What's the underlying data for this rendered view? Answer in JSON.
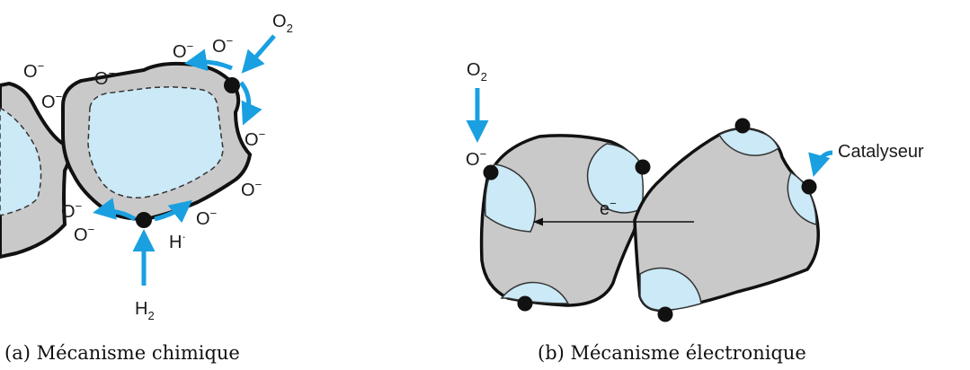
{
  "colors": {
    "grain_fill": "#c9c9c9",
    "core_fill": "#cbe9f6",
    "arrow": "#1aa0e0",
    "outline": "#111111",
    "catalyst": "#111111"
  },
  "panel_a": {
    "species": {
      "o_minus": "O",
      "o_minus_sup": "−",
      "h_dot": "H",
      "h_dot_sup": "·",
      "o2": "O",
      "o2_sub": "2",
      "h2": "H",
      "h2_sub": "2"
    },
    "caption": "(a)  Mécanisme chimique"
  },
  "panel_b": {
    "species": {
      "o2": "O",
      "o2_sub": "2",
      "o_minus": "O",
      "o_minus_sup": "−",
      "electron": "e",
      "electron_sup": "−"
    },
    "catalyst_label": "Catalyseur",
    "caption": "(b)  Mécanisme électronique"
  }
}
